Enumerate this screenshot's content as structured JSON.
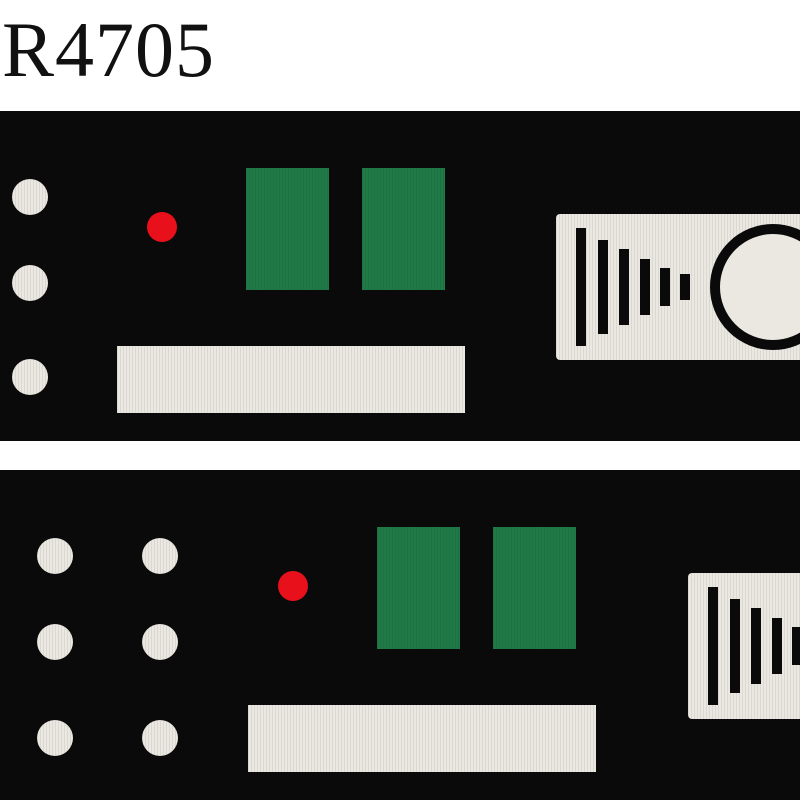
{
  "product": {
    "code": "R4705"
  },
  "colors": {
    "ribbon_background": "#0a0a0a",
    "dot": "#ebe8e2",
    "accent_red": "#e8101a",
    "green": "#1f7a48",
    "cream": "#ebe8e2",
    "page_background": "#ffffff"
  },
  "pattern": {
    "description_elements": [
      "white-dots",
      "red-dot",
      "green-squares",
      "cream-bar",
      "camera-lens-panel"
    ]
  }
}
